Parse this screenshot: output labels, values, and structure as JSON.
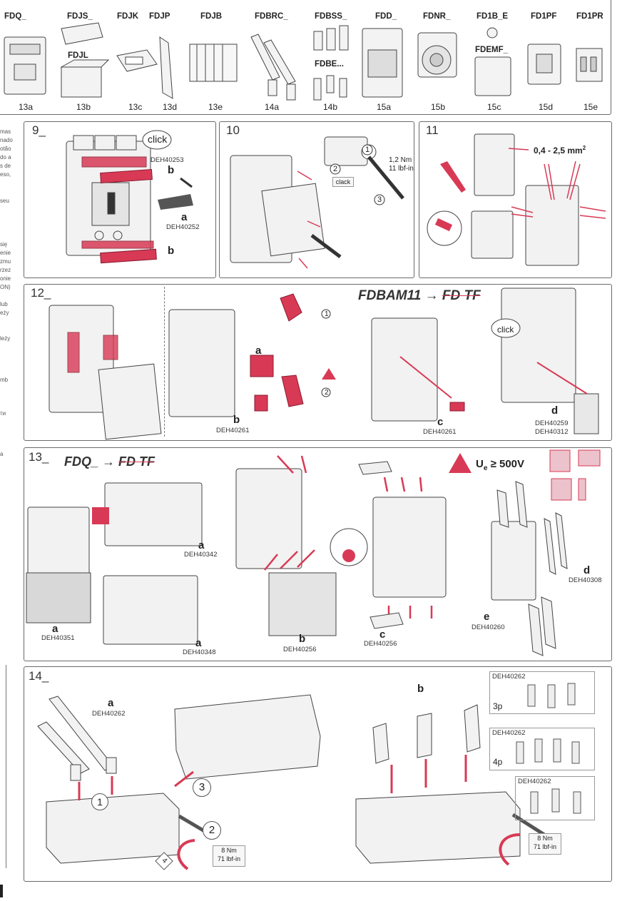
{
  "top_row": {
    "codes": [
      "FDQ_",
      "FDJS_",
      "FDJK",
      "FDJP",
      "FDJB",
      "FDBRC_",
      "FDBSS_",
      "FDD_",
      "FDNR_",
      "FD1B_E",
      "FD1PF",
      "FD1PR"
    ],
    "extra_codes": [
      "FDJL",
      "FDBE...",
      "FDEMF_"
    ],
    "sub_labels": [
      "13a",
      "13b",
      "13c",
      "13d",
      "13e",
      "14a",
      "14b",
      "15a",
      "15b",
      "15c",
      "15d",
      "15e"
    ]
  },
  "side_text": [
    "mas",
    "nado",
    "otão",
    "do a",
    "s de",
    "eso,",
    "seu",
    "się",
    "enie",
    "zmu",
    "rzez",
    "onie",
    "ON)",
    "lub",
    "eży",
    "leży",
    "mb",
    "ти",
    "a"
  ],
  "step9": {
    "number": "9_",
    "click": "click",
    "code1": "DEH40253",
    "code2": "DEH40252",
    "letter_a": "a",
    "letter_b1": "b",
    "letter_b2": "b"
  },
  "step10": {
    "number": "10",
    "torque": "1,2 Nm",
    "torque_imp": "11 lbf-in",
    "clack": "clack",
    "c1": "1",
    "c2": "2",
    "c3": "3"
  },
  "step11": {
    "number": "11",
    "wire": "0,4 - 2,5 mm",
    "sup": "2"
  },
  "step12": {
    "number": "12_",
    "heading": "FDBAM11",
    "strike": "FD TF",
    "click": "click",
    "letter_a": "a",
    "letter_b": "b",
    "letter_c": "c",
    "letter_d": "d",
    "code_b": "DEH40261",
    "code_c": "DEH40261",
    "code_d1": "DEH40259",
    "code_d2": "DEH40312",
    "c1": "1",
    "c2": "2"
  },
  "step13": {
    "number": "13_",
    "heading": "FDQ_",
    "strike": "FD TF",
    "voltage_u": "U",
    "voltage_sub": "e",
    "voltage_rest": "≥ 500V",
    "a1": "a",
    "a2": "a",
    "a3": "a",
    "b": "b",
    "c": "c",
    "d": "d",
    "e": "e",
    "code_a1": "DEH40342",
    "code_a2": "DEH40351",
    "code_a3": "DEH40348",
    "code_b": "DEH40256",
    "code_c": "DEH40256",
    "code_d": "DEH40308",
    "code_e": "DEH40260"
  },
  "step14": {
    "number": "14_",
    "a": "a",
    "b": "b",
    "code_a": "DEH40262",
    "c1": "1",
    "c2": "2",
    "c3": "3",
    "c4": "4",
    "torque_a1": "8 Nm",
    "torque_a2": "71 lbf-in",
    "torque_b1": "8 Nm",
    "torque_b2": "71 lbf-in",
    "box1_code": "DEH40262",
    "box1_label": "3p",
    "box2_code": "DEH40262",
    "box2_label": "4p",
    "box3_code": "DEH40262"
  },
  "colors": {
    "accent": "#d83a55",
    "outline": "#555555"
  }
}
